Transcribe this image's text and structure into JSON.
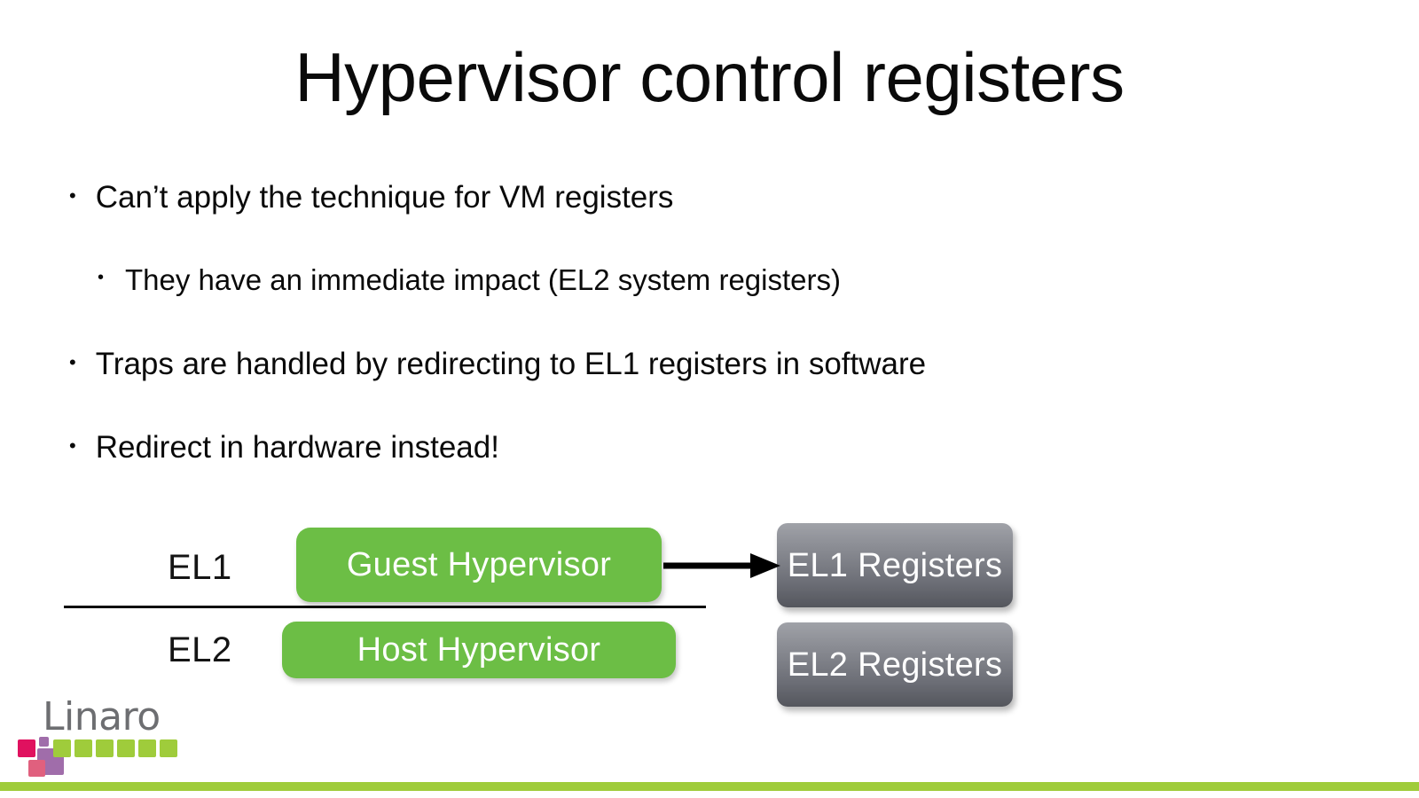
{
  "slide": {
    "title": "Hypervisor control registers",
    "background_color": "#ffffff"
  },
  "bullets": [
    {
      "level": 1,
      "marker": "•",
      "text": "Can’t apply the technique for VM registers"
    },
    {
      "level": 2,
      "marker": "•",
      "text": "They have an immediate impact (EL2 system registers)"
    },
    {
      "level": 1,
      "marker": "•",
      "text": "Traps are handled by redirecting to EL1 registers in software"
    },
    {
      "level": 1,
      "marker": "•",
      "text": "Redirect in hardware instead!"
    }
  ],
  "diagram": {
    "exception_levels": [
      {
        "id": "el1",
        "label": "EL1"
      },
      {
        "id": "el2",
        "label": "EL2"
      }
    ],
    "green_boxes": [
      {
        "id": "guest-hypervisor",
        "label": "Guest Hypervisor",
        "color": "#6cbe45",
        "text_color": "#ffffff"
      },
      {
        "id": "host-hypervisor",
        "label": "Host Hypervisor",
        "color": "#6cbe45",
        "text_color": "#ffffff"
      }
    ],
    "gray_boxes": [
      {
        "id": "el1-registers",
        "label": "EL1 Registers",
        "gradient_top": "#a0a2a8",
        "gradient_bottom": "#54565d",
        "text_color": "#ffffff"
      },
      {
        "id": "el2-registers",
        "label": "EL2 Registers",
        "gradient_top": "#a0a2a8",
        "gradient_bottom": "#54565d",
        "text_color": "#ffffff"
      }
    ],
    "arrow": {
      "from": "guest-hypervisor",
      "to": "el1-registers",
      "color": "#000000"
    },
    "divider": {
      "color": "#0b0b0b"
    }
  },
  "branding": {
    "logo_text": "Linaro",
    "logo_text_color": "#6d6e71",
    "accent_green": "#9fcc3b",
    "accent_pink": "#e0115f",
    "accent_purple": "#a06daa",
    "accent_rose": "#e0607e",
    "bottom_bar_color": "#9fcc3b"
  }
}
